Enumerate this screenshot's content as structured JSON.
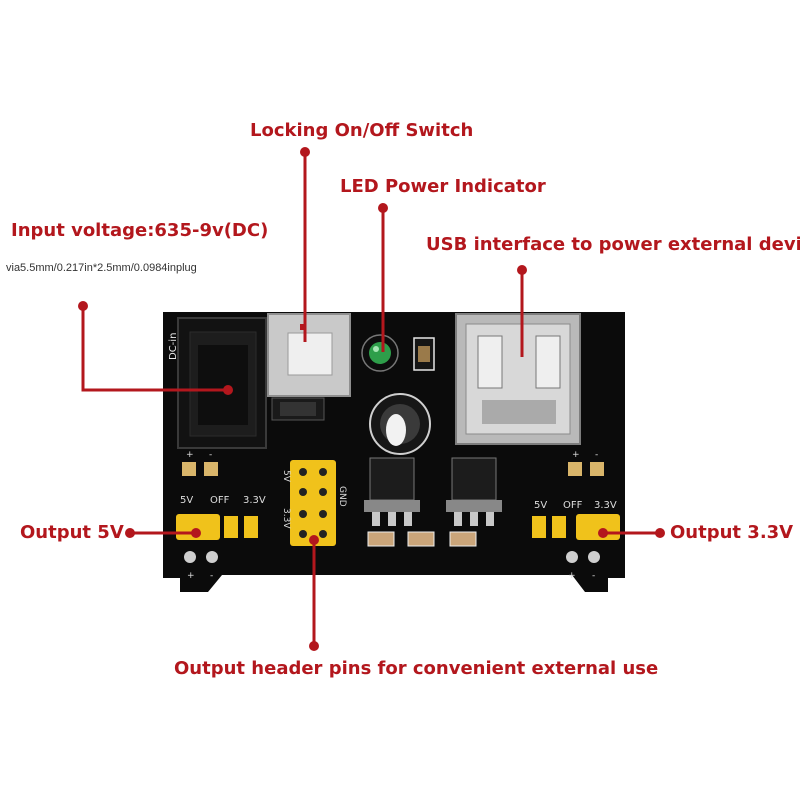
{
  "callouts": {
    "switch": "Locking On/Off Switch",
    "led": "LED Power Indicator",
    "input_voltage": "Input voltage:635-9v(DC)",
    "input_plug": "via5.5mm/0.217in*2.5mm/0.0984inplug",
    "usb": "USB interface to power external device",
    "out5v": "Output 5V",
    "out33v": "Output 3.3V",
    "header": "Output header pins for convenient external use"
  },
  "board": {
    "dc_in": "DC-in",
    "left_5v": "5V",
    "left_off": "OFF",
    "left_33v": "3.3V",
    "right_5v": "5V",
    "right_off": "OFF",
    "right_33v": "3.3V",
    "hdr_5v": "5V",
    "hdr_33v": "3.3V",
    "gnd": "GND",
    "plus": "+",
    "minus": "-"
  },
  "colors": {
    "accent": "#b3171d",
    "board": "#0b0b0b",
    "jumper": "#f0c21b"
  }
}
